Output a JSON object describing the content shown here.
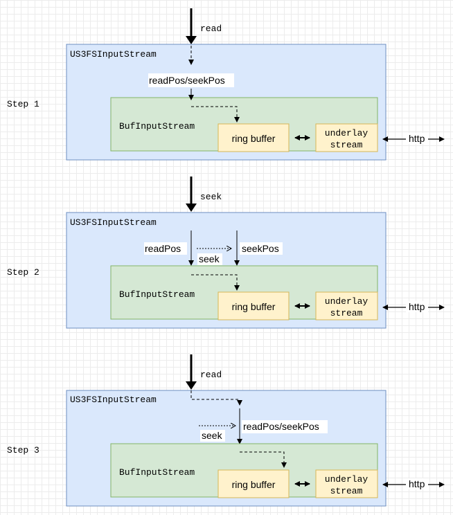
{
  "colors": {
    "outer_fill": "#dae8fc",
    "outer_stroke": "#6c8ebf",
    "inner_fill": "#d5e8d4",
    "inner_stroke": "#82b366",
    "buf_fill": "#fff2cc",
    "buf_stroke": "#d6b656"
  },
  "steps": [
    {
      "step_label": "Step 1",
      "action_label": "read",
      "outer_title": "US3FSInputStream",
      "inner_title": "BufInputStream",
      "ring_buffer": "ring buffer",
      "underlay_line1": "underlay",
      "underlay_line2": "stream",
      "http": "http",
      "pos_label": "readPos/seekPos"
    },
    {
      "step_label": "Step 2",
      "action_label": "seek",
      "outer_title": "US3FSInputStream",
      "inner_title": "BufInputStream",
      "ring_buffer": "ring buffer",
      "underlay_line1": "underlay",
      "underlay_line2": "stream",
      "http": "http",
      "read_pos": "readPos",
      "seek_pos": "seekPos",
      "seek_label": "seek"
    },
    {
      "step_label": "Step 3",
      "action_label": "read",
      "outer_title": "US3FSInputStream",
      "inner_title": "BufInputStream",
      "ring_buffer": "ring buffer",
      "underlay_line1": "underlay",
      "underlay_line2": "stream",
      "http": "http",
      "seek_label": "seek",
      "pos_label": "readPos/seekPos"
    }
  ]
}
